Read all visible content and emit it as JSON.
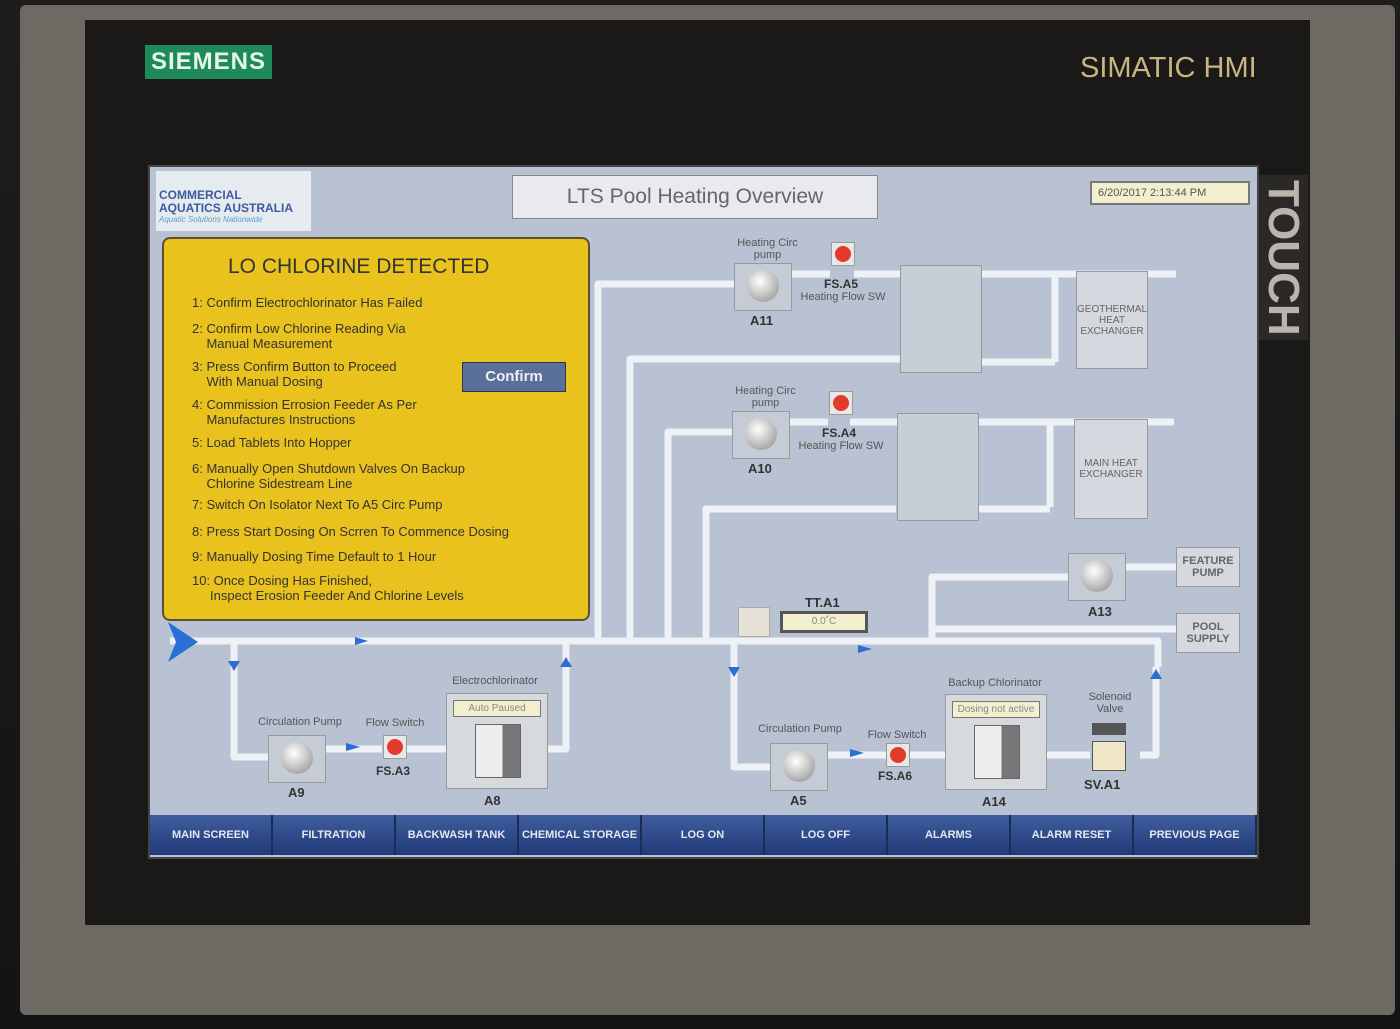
{
  "bezel": {
    "brand": "SIEMENS",
    "model": "SIMATIC HMI",
    "touch": "TOUCH"
  },
  "logo": {
    "line1": "COMMERCIAL",
    "line2": "AQUATICS AUSTRALIA",
    "tagline": "Aquatic Solutions Nationwide"
  },
  "header": {
    "title": "LTS Pool Heating Overview",
    "datetime": "6/20/2017 2:13:44 PM"
  },
  "alarm": {
    "title": "LO CHLORINE DETECTED",
    "confirm_label": "Confirm",
    "steps": [
      "1: Confirm Electrochlorinator Has Failed",
      "2: Confirm Low Chlorine Reading Via\n    Manual Measurement",
      "3: Press Confirm Button to Proceed\n    With Manual Dosing",
      "4: Commission Errosion Feeder As Per\n    Manufactures Instructions",
      "5: Load Tablets Into Hopper",
      "6: Manually Open Shutdown Valves On Backup\n    Chlorine Sidestream Line",
      "7: Switch On Isolator Next To A5 Circ Pump",
      "8: Press Start Dosing On Scrren To Commence Dosing",
      "9: Manually Dosing Time Default to 1 Hour",
      "10: Once Dosing Has Finished,\n     Inspect Erosion Feeder And Chlorine Levels"
    ]
  },
  "diagram": {
    "heating_circ_pump": "Heating Circ pump",
    "heating_flow_sw": "Heating Flow SW",
    "a11": "A11",
    "fsa5": "FS.A5",
    "a10": "A10",
    "fsa4": "FS.A4",
    "geothermal": "GEOTHERMAL HEAT EXCHANGER",
    "main_hx": "MAIN HEAT EXCHANGER",
    "feature_pump": "FEATURE PUMP",
    "pool_supply": "POOL SUPPLY",
    "a13": "A13",
    "tt_label": "TT.A1",
    "tt_value": "0.0˚C",
    "circ_pump": "Circulation Pump",
    "flow_switch": "Flow Switch",
    "a9": "A9",
    "fsa3": "FS.A3",
    "electro": "Electrochlorinator",
    "electro_status": "Auto Paused",
    "a8": "A8",
    "a5": "A5",
    "fsa6": "FS.A6",
    "backup": "Backup Chlorinator",
    "backup_status": "Dosing not active",
    "a14": "A14",
    "solenoid": "Solenoid Valve",
    "sva1": "SV.A1"
  },
  "nav": [
    "MAIN SCREEN",
    "FILTRATION",
    "BACKWASH TANK",
    "CHEMICAL STORAGE",
    "LOG ON",
    "LOG OFF",
    "ALARMS",
    "ALARM RESET",
    "PREVIOUS PAGE"
  ],
  "colors": {
    "alarm": "#e9c21e",
    "nav": "#2d4a8a",
    "flow_arrow": "#2a6fd6",
    "indicator": "#e23b2b"
  }
}
